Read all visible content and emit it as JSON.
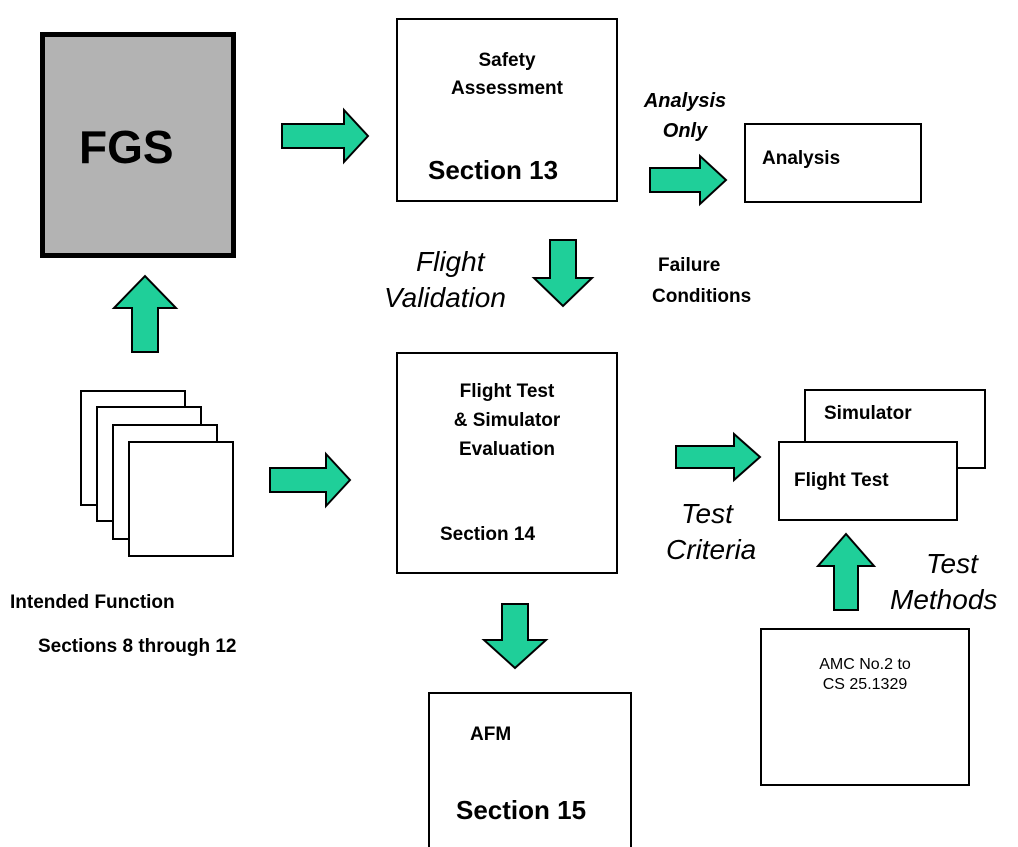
{
  "colors": {
    "arrow_fill": "#1fcf99",
    "fgs_fill": "#b3b3b3",
    "line": "#000000",
    "background": "#ffffff"
  },
  "fgs": {
    "label": "FGS"
  },
  "safety_assessment": {
    "title_line1": "Safety",
    "title_line2": "Assessment",
    "section": "Section 13"
  },
  "analysis_only": {
    "line1": "Analysis",
    "line2": "Only"
  },
  "analysis_box": {
    "label": "Analysis"
  },
  "flight_validation": {
    "line1": "Flight",
    "line2": "Validation"
  },
  "failure_conditions": {
    "line1": "Failure",
    "line2": "Conditions"
  },
  "flight_test_box": {
    "line1": "Flight Test",
    "line2": "& Simulator",
    "line3": "Evaluation",
    "section": "Section 14"
  },
  "intended_function": {
    "label": "Intended Function",
    "sections": "Sections 8 through 12"
  },
  "simulator_card": {
    "label": "Simulator"
  },
  "flight_test_card": {
    "label": "Flight Test"
  },
  "test_criteria": {
    "line1": "Test",
    "line2": "Criteria"
  },
  "test_methods": {
    "line1": "Test",
    "line2": "Methods"
  },
  "amc_box": {
    "line1": "AMC No.2 to",
    "line2": "CS 25.1329"
  },
  "afm_box": {
    "label": "AFM",
    "section": "Section 15"
  }
}
